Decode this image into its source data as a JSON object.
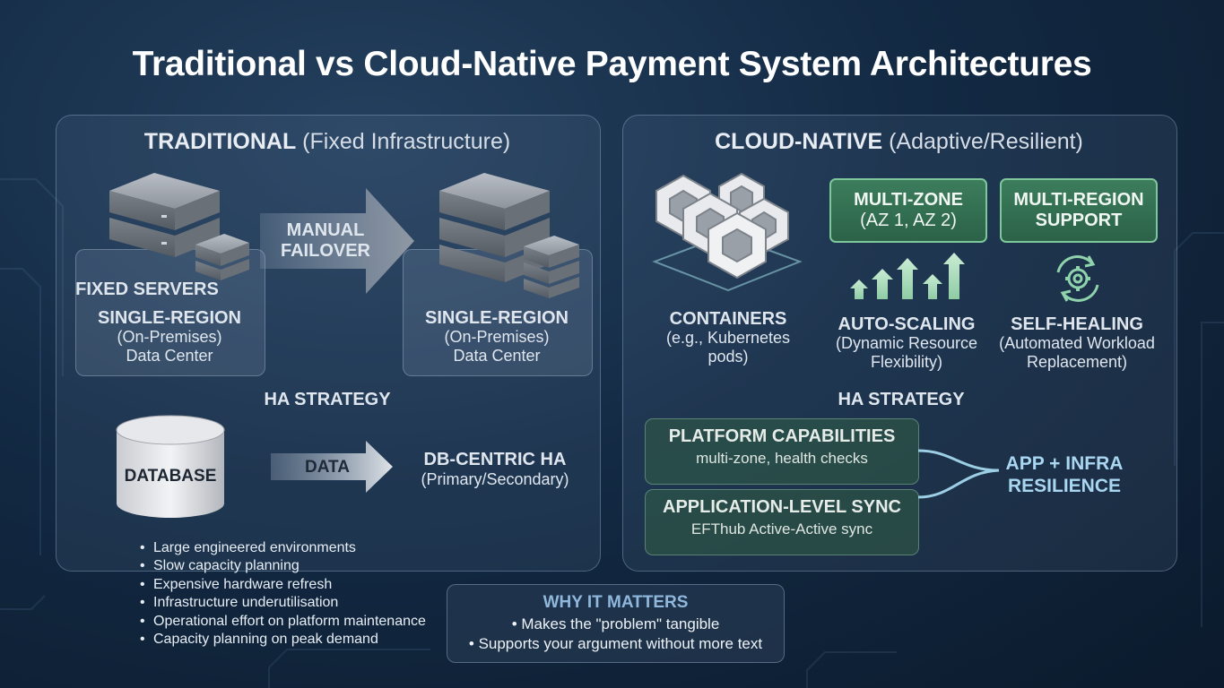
{
  "title": "Traditional vs Cloud-Native Payment System Architectures",
  "traditional": {
    "title_bold": "TRADITIONAL",
    "title_rest": "(Fixed Infrastructure)",
    "left_box": {
      "caption": "FIXED SERVERS",
      "heading": "SINGLE-REGION",
      "line1": "(On-Premises)",
      "line2": "Data Center"
    },
    "arrow_label": {
      "line1": "MANUAL",
      "line2": "FAILOVER"
    },
    "right_box": {
      "heading": "SINGLE-REGION",
      "line1": "(On-Premises)",
      "line2": "Data Center"
    },
    "ha_strategy": "HA STRATEGY",
    "database_label": "DATABASE",
    "data_arrow_label": "DATA",
    "db_ha": {
      "heading": "DB-CENTRIC HA",
      "sub": "(Primary/Secondary)"
    },
    "bullets": [
      "Large engineered environments",
      "Slow capacity planning",
      "Expensive hardware refresh",
      "Infrastructure underutilisation",
      "Operational effort on platform maintenance",
      "Capacity planning on peak demand"
    ]
  },
  "cloud": {
    "title_bold": "CLOUD-NATIVE",
    "title_rest": "(Adaptive/Resilient)",
    "multi_zone": {
      "line1": "MULTI-ZONE",
      "line2": "(AZ 1, AZ 2)"
    },
    "multi_region": {
      "line1": "MULTI-REGION",
      "line2": "SUPPORT"
    },
    "containers": {
      "heading": "CONTAINERS",
      "line1": "(e.g., Kubernetes",
      "line2": "pods)"
    },
    "auto_scaling": {
      "heading": "AUTO-SCALING",
      "line1": "(Dynamic Resource",
      "line2": "Flexibility)"
    },
    "self_healing": {
      "heading": "SELF-HEALING",
      "line1": "(Automated Workload",
      "line2": "Replacement)"
    },
    "ha_strategy": "HA STRATEGY",
    "platform": {
      "heading": "PLATFORM CAPABILITIES",
      "sub": "multi-zone, health checks"
    },
    "app_sync": {
      "heading": "APPLICATION-LEVEL SYNC",
      "sub": "EFThub Active-Active sync"
    },
    "result": {
      "line1": "APP + INFRA",
      "line2": "RESILIENCE"
    }
  },
  "why": {
    "heading": "WHY IT MATTERS",
    "bullets": [
      "Makes the \"problem\" tangible",
      "Supports your argument without more text"
    ]
  },
  "colors": {
    "accent_green": "#7ec79b",
    "result_blue": "#a9d6f0",
    "why_heading": "#8fb8dc"
  }
}
